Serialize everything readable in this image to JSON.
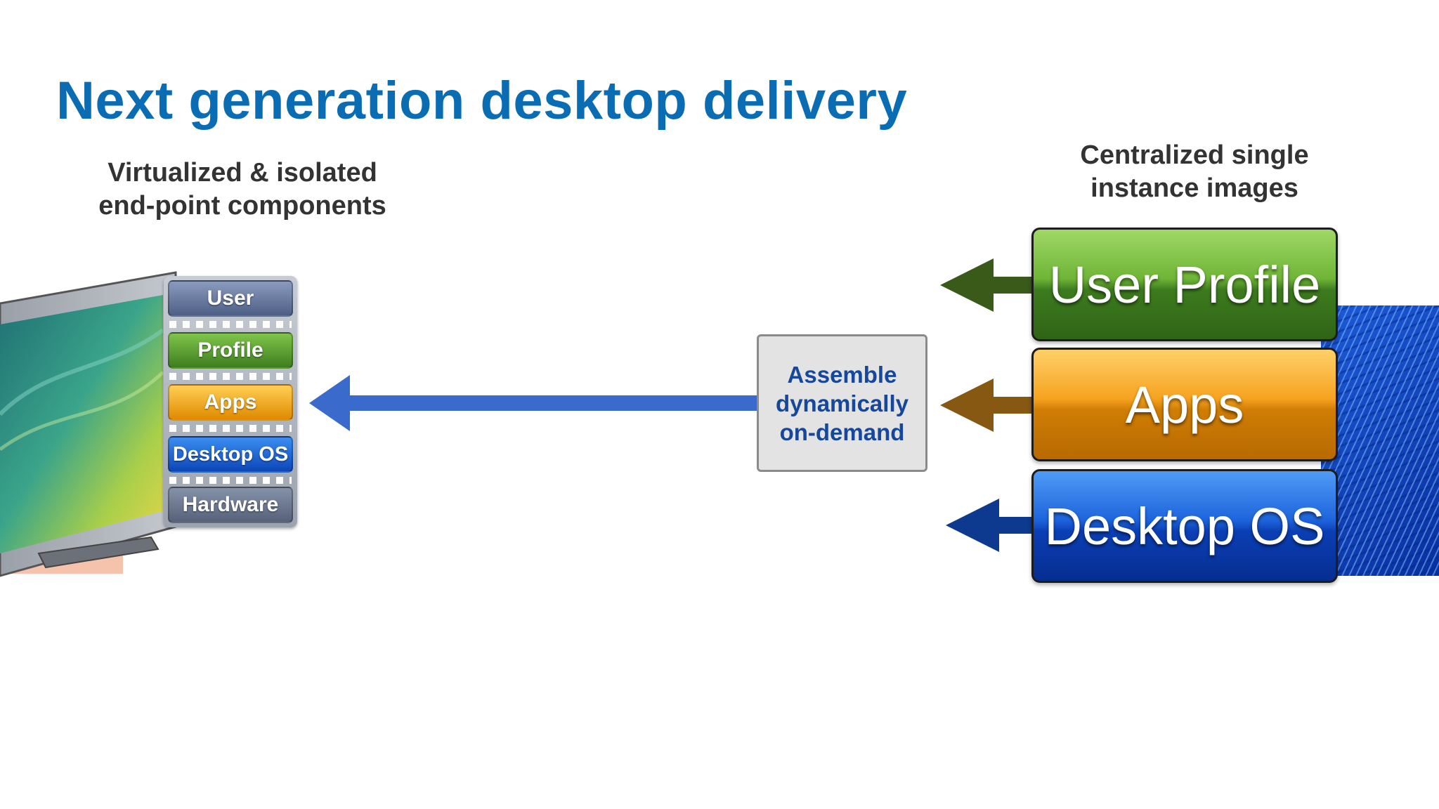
{
  "title": "Next generation desktop delivery",
  "left_caption": [
    "Virtualized & isolated",
    "end-point components"
  ],
  "right_caption": [
    "Centralized single",
    "instance images"
  ],
  "stack_layers": [
    "User",
    "Profile",
    "Apps",
    "Desktop OS",
    "Hardware"
  ],
  "assemble_lines": [
    "Assemble",
    "dynamically",
    "on-demand"
  ],
  "image_blocks": [
    "User Profile",
    "Apps",
    "Desktop OS"
  ],
  "colors": {
    "title": "#0a6db3",
    "main_arrow": "#3a6bcc",
    "profile_green": "#3d7e1f",
    "apps_orange": "#e08a00",
    "desktop_blue": "#0d46b8"
  }
}
